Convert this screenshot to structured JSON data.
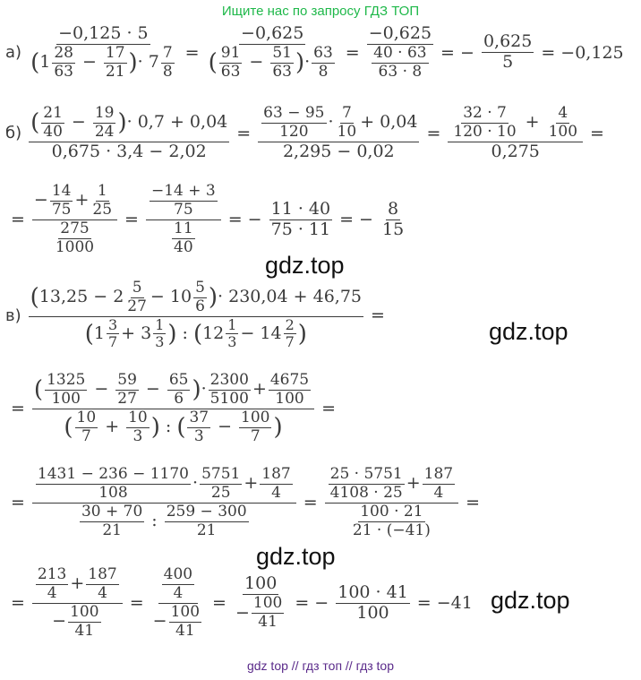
{
  "banner": "Ищите нас по запросу ГДЗ ТОП",
  "labels": {
    "a": "а)",
    "b": "б)",
    "v": "в)"
  },
  "watermark": "gdz.top",
  "footer": "gdz top // гдз топ // гдз top",
  "part_a": {
    "f1n": "−0,125 · 5",
    "m1a": "28",
    "m1b": "63",
    "m2a": "17",
    "m2b": "21",
    "mul": "· 7",
    "m3a": "7",
    "m3b": "8",
    "f2n": "−0,625",
    "f2a": "91",
    "f2b": "63",
    "f2c": "51",
    "f2d": "63",
    "f2e": "63",
    "f2f": "8",
    "f3n": "−0,625",
    "f3d1": "40 · 63",
    "f3d2": "63 · 8",
    "f4n": "0,625",
    "f4d": "5",
    "result": "= −0,125"
  },
  "part_b": {
    "n1a": "21",
    "n1b": "40",
    "n2a": "19",
    "n2b": "24",
    "tail": "· 0,7 + 0,04",
    "den": "0,675 · 3,4 − 2,02",
    "g1": "63 − 95",
    "g2": "120",
    "g3": "7",
    "g4": "10",
    "gtail": "+ 0,04",
    "gden": "2,295 − 0,02",
    "h1": "32 · 7",
    "h2": "120 · 10",
    "h3": "4",
    "h4": "100",
    "hden": "0,275",
    "r1": "14",
    "r2": "75",
    "r3": "1",
    "r4": "25",
    "rden1": "275",
    "rden2": "1000",
    "s1": "−14 + 3",
    "s2": "75",
    "s3": "11",
    "s4": "40",
    "t1": "11 · 40",
    "t2": "75 · 11",
    "u1": "8",
    "u2": "15"
  },
  "part_v": {
    "a1": "13,25 − 2",
    "a2": "5",
    "a3": "27",
    "a4": "− 10",
    "a5": "5",
    "a6": "6",
    "atail": "· 230,04 + 46,75",
    "b1": "1",
    "b2": "3",
    "b3": "7",
    "b4": "+ 3",
    "b5": "1",
    "b6": "3",
    "bcolon": ":",
    "b7": "12",
    "b8": "1",
    "b9": "3",
    "b10": "− 14",
    "b11": "2",
    "b12": "7",
    "c1": "1325",
    "c2": "100",
    "c3": "59",
    "c4": "27",
    "c5": "65",
    "c6": "6",
    "c7": "2300",
    "c8": "5100",
    "c9": "4675",
    "c10": "100",
    "d1": "10",
    "d2": "7",
    "d3": "10",
    "d4": "3",
    "d5": "37",
    "d6": "3",
    "d7": "100",
    "d8": "7",
    "e1": "1431 − 236 − 1170",
    "e2": "108",
    "e3": "5751",
    "e4": "25",
    "e5": "187",
    "e6": "4",
    "e7": "30 + 70",
    "e8": "21",
    "e9": "259 − 300",
    "e10": "21",
    "f1": "25 · 5751",
    "f2": "4108 · 25",
    "f3": "187",
    "f4": "4",
    "f5": "100 · 21",
    "f6": "21 · (−41)",
    "g1": "213",
    "g2": "4",
    "g3": "187",
    "g4": "4",
    "g5": "100",
    "g6": "41",
    "h1": "400",
    "h2": "4",
    "h3": "100",
    "h4": "41",
    "i1": "100",
    "i2": "100",
    "i3": "41",
    "j1": "100 · 41",
    "j2": "100",
    "result": "= −41"
  }
}
